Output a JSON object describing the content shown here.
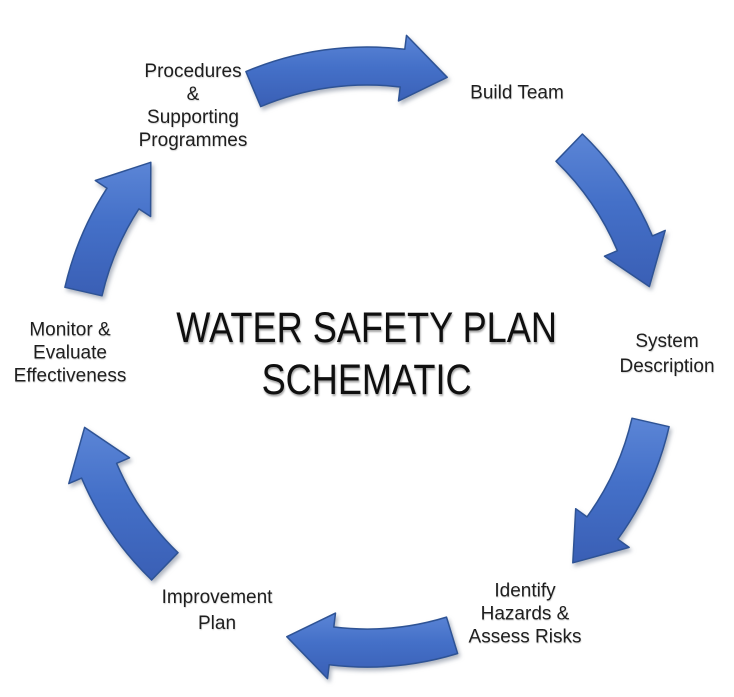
{
  "diagram": {
    "title": "WATER SAFETY PLAN\nSCHEMATIC",
    "type": "cycle",
    "direction": "clockwise",
    "colors": {
      "arrow_fill": "#4472C4",
      "arrow_fill_light": "#5180D5",
      "arrow_fill_dark": "#3C63B9",
      "arrow_outline": "#2E5395",
      "text": "#1E1E1E",
      "background": "#FFFFFF"
    },
    "steps": [
      {
        "label": "Build Team",
        "position": "top-right"
      },
      {
        "label": "System\nDescription",
        "position": "right"
      },
      {
        "label": "Identify\nHazards &\nAssess Risks",
        "position": "bottom-right"
      },
      {
        "label": "Improvement\nPlan",
        "position": "bottom-left"
      },
      {
        "label": "Monitor &\nEvaluate\nEffectiveness",
        "position": "left"
      },
      {
        "label": "Procedures\n&\nSupporting\nProgrammes",
        "position": "top-left"
      }
    ]
  }
}
